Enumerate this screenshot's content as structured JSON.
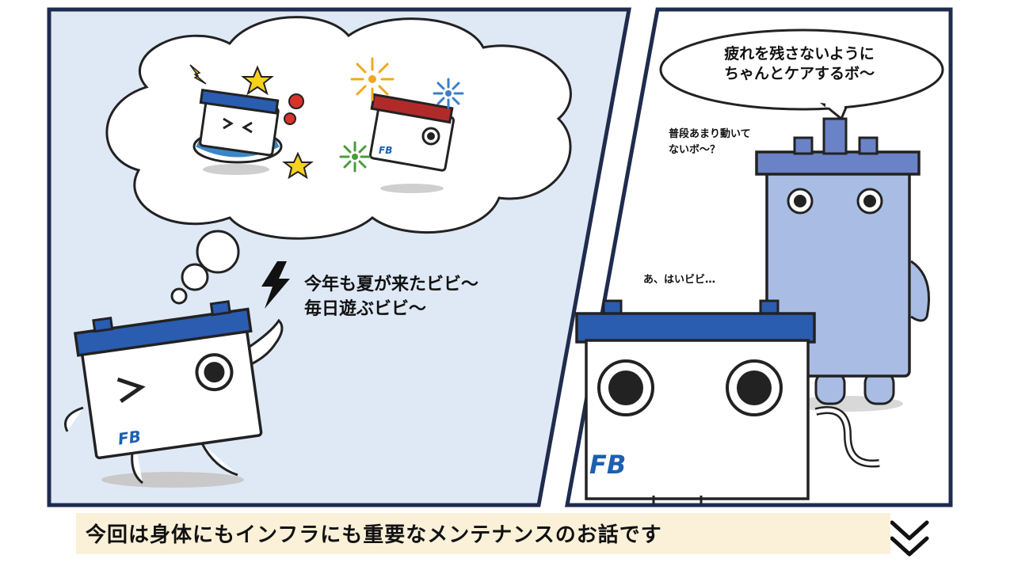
{
  "left_panel": {
    "speech_lines": [
      "今年も夏が来たビビ～",
      "毎日遊ぶビビ～"
    ]
  },
  "right_panel": {
    "bubble_lines": [
      "疲れを残さないように",
      "ちゃんとケアするボ～"
    ],
    "small_lines": [
      "普段あまり動いて",
      "ないボ～？"
    ],
    "reply": "あ、はいビビ…"
  },
  "caption": "今回は身体にもインフラにも重要なメンテナンスのお話です",
  "logo": "FB",
  "colors": {
    "panel_bg": "#dfe9f6",
    "frame": "#1f2c4e",
    "battery_top": "#2a5cb0",
    "big_battery_body": "#a9bde4",
    "big_battery_top": "#6a82c6",
    "caption_bg": "#fbf1d8"
  },
  "icons": [
    "lightning-icon",
    "star-icon",
    "firework-icon",
    "scroll-down-chevron-icon",
    "thought-cloud"
  ]
}
